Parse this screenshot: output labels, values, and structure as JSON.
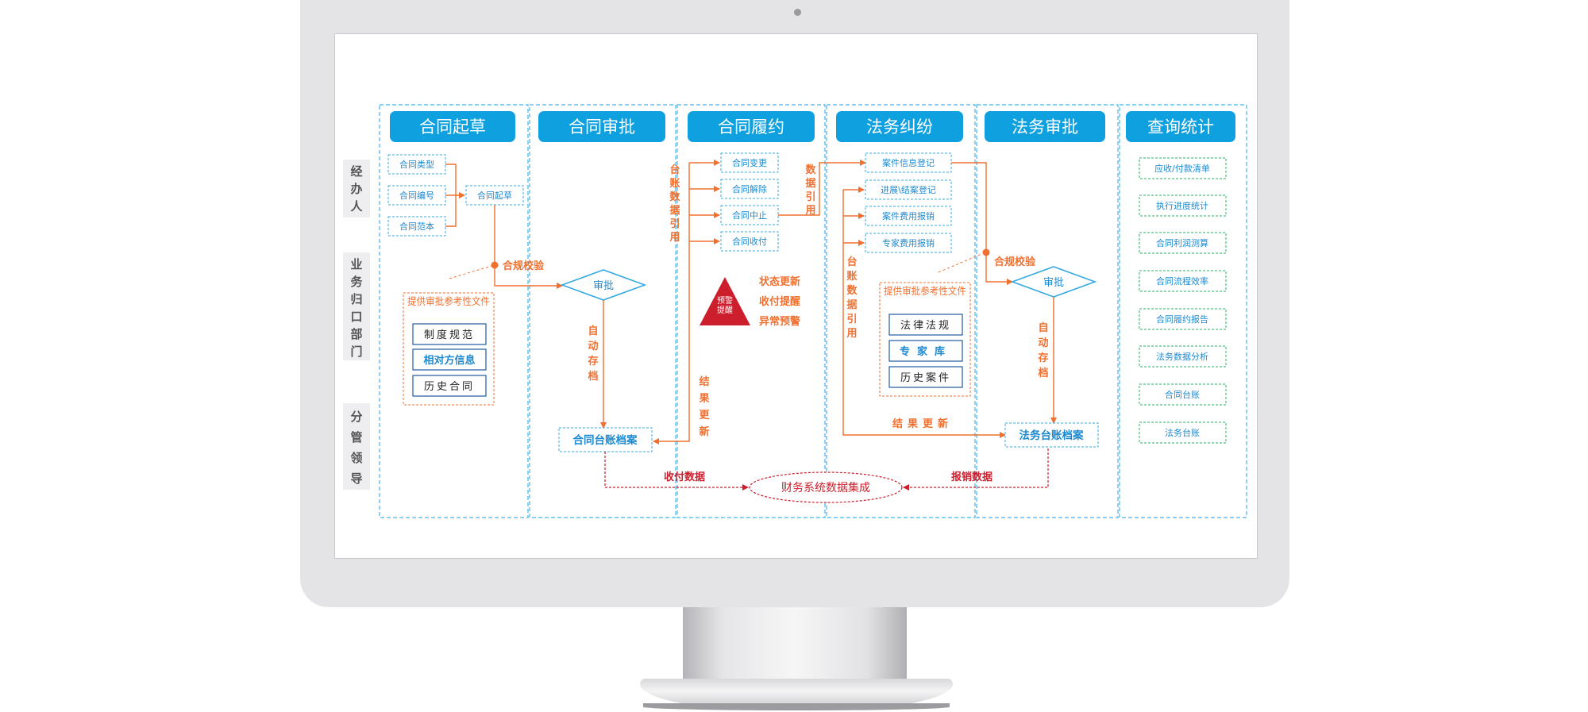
{
  "colors": {
    "header_blue": "#0fa0e0",
    "lane_border": "#45b4ea",
    "box_border": "#35a9e2",
    "accent_orange": "#f07030",
    "dark_blue": "#1e5aa0",
    "alert_red": "#cc1e2c",
    "role_bg": "#eeeef0"
  },
  "roles": [
    {
      "name": "经办人",
      "chars": [
        "经",
        "办",
        "人"
      ]
    },
    {
      "name": "业务归口部门",
      "chars": [
        "业",
        "务",
        "归",
        "口",
        "部",
        "门"
      ]
    },
    {
      "name": "分管领导",
      "chars": [
        "分",
        "管",
        "领",
        "导"
      ]
    }
  ],
  "lanes": [
    {
      "title": "合同起草"
    },
    {
      "title": "合同审批"
    },
    {
      "title": "合同履约"
    },
    {
      "title": "法务纠纷"
    },
    {
      "title": "法务审批"
    },
    {
      "title": "查询统计"
    }
  ],
  "draft": {
    "inputs": [
      "合同类型",
      "合同编号",
      "合同范本"
    ],
    "draft_box": "合同起草",
    "compliance": "合规校验",
    "reference_title": "提供审批参考性文件",
    "reference_items": [
      "制度规范",
      "相对方信息",
      "历史合同"
    ]
  },
  "approval": {
    "diamond": "审批",
    "auto_archive": "自动存档",
    "archive": "合同台账档案",
    "payment_data": "收付数据"
  },
  "performance": {
    "ledger_ref": "台账数据引用",
    "items": [
      "合同变更",
      "合同解除",
      "合同中止",
      "合同收付"
    ],
    "alert_icon": "预警提醒",
    "alert_items": [
      "状态更新",
      "收付提醒",
      "异常预警"
    ],
    "result_update": "结果更新",
    "finance": "财务系统数据集成"
  },
  "dispute": {
    "data_ref": "数据引用",
    "items": [
      "案件信息登记",
      "进展\\结案登记",
      "案件费用报销",
      "专家费用报销"
    ],
    "ledger_ref": "台账数据引用",
    "reference_title": "提供审批参考性文件",
    "reference_items": [
      "法律法规",
      "专家库",
      "历史案件"
    ],
    "result_update": "结果更新"
  },
  "legal_approval": {
    "compliance": "合规校验",
    "diamond": "审批",
    "auto_archive": "自动存档",
    "archive": "法务台账档案",
    "expense_data": "报销数据"
  },
  "stats": {
    "items": [
      "应收/付款清单",
      "执行进度统计",
      "合同利润测算",
      "合同流程效率",
      "合同履约报告",
      "法务数据分析",
      "合同台账",
      "法务台账"
    ]
  }
}
